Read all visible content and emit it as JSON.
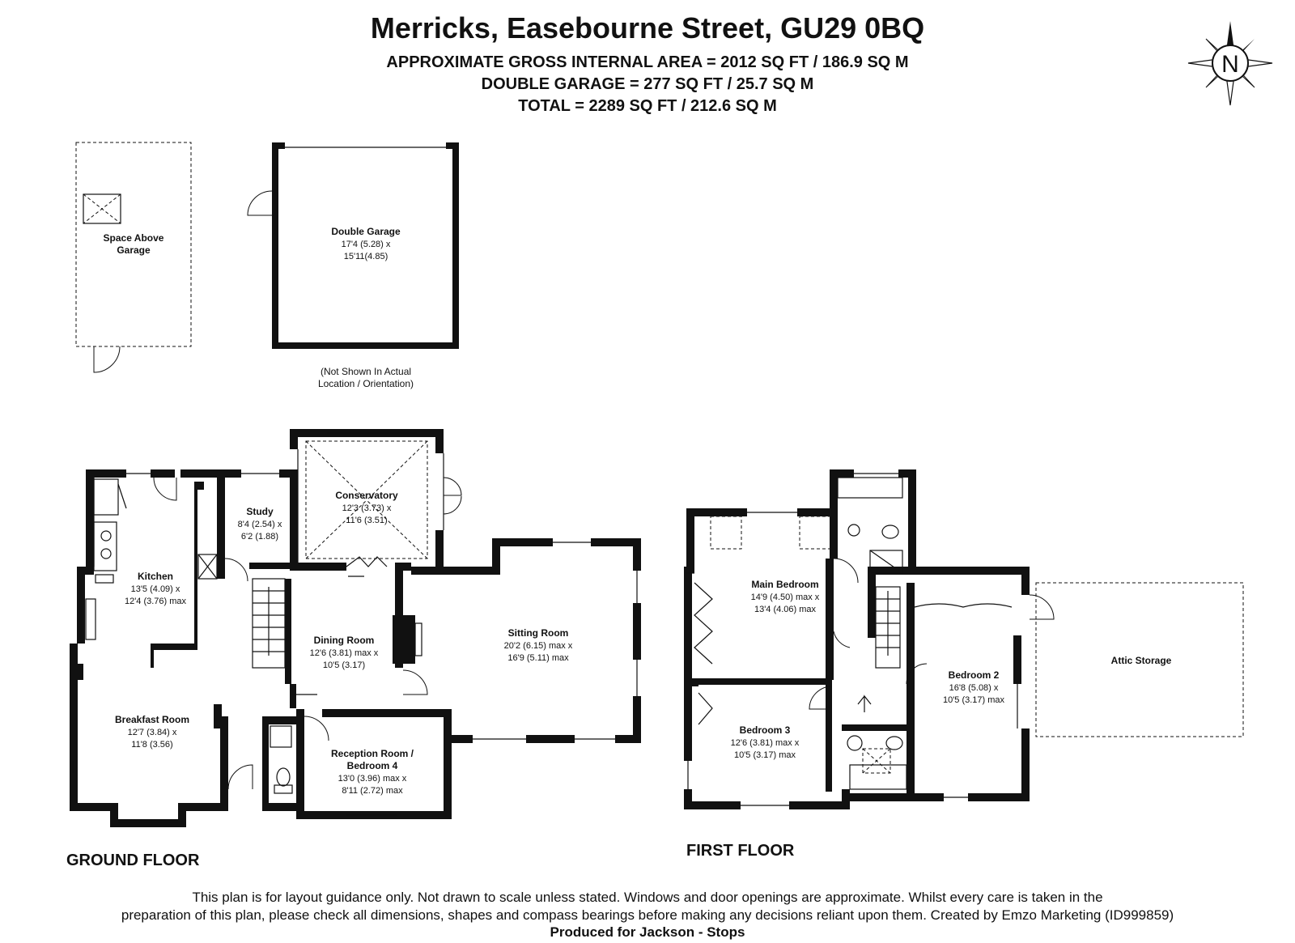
{
  "header": {
    "title": "Merricks, Easebourne Street, GU29 0BQ",
    "area_line": "APPROXIMATE GROSS INTERNAL AREA = 2012 SQ FT / 186.9 SQ M",
    "garage_line": "DOUBLE GARAGE = 277 SQ FT / 25.7 SQ M",
    "total_line": "TOTAL = 2289 SQ FT / 212.6 SQ M"
  },
  "compass": {
    "letter": "N",
    "icon": "north-compass-icon"
  },
  "garage": {
    "space_above": [
      "Space Above",
      "Garage"
    ],
    "double_garage": [
      "Double Garage",
      "17'4 (5.28) x",
      "15'11(4.85)"
    ],
    "note": [
      "(Not Shown In Actual",
      "Location / Orientation)"
    ]
  },
  "ground_floor": {
    "label": "GROUND FLOOR",
    "rooms": {
      "kitchen": [
        "Kitchen",
        "13'5 (4.09) x",
        "12'4 (3.76) max"
      ],
      "study": [
        "Study",
        "8'4 (2.54) x",
        "6'2 (1.88)"
      ],
      "conservatory": [
        "Conservatory",
        "12'3 (3.73) x",
        "11'6 (3.51)"
      ],
      "dining": [
        "Dining Room",
        "12'6 (3.81) max x",
        "10'5 (3.17)"
      ],
      "sitting": [
        "Sitting Room",
        "20'2 (6.15) max x",
        "16'9 (5.11) max"
      ],
      "breakfast": [
        "Breakfast Room",
        "12'7 (3.84) x",
        "11'8 (3.56)"
      ],
      "reception": [
        "Reception Room /",
        "Bedroom 4",
        "13'0 (3.96) max  x",
        "8'11 (2.72) max"
      ]
    }
  },
  "first_floor": {
    "label": "FIRST FLOOR",
    "rooms": {
      "main_bedroom": [
        "Main Bedroom",
        "14'9 (4.50) max x",
        "13'4 (4.06) max"
      ],
      "bedroom2": [
        "Bedroom 2",
        "16'8 (5.08) x",
        "10'5 (3.17) max"
      ],
      "bedroom3": [
        "Bedroom 3",
        "12'6 (3.81) max x",
        "10'5 (3.17) max"
      ],
      "attic": [
        "Attic Storage"
      ]
    }
  },
  "footer": {
    "line1": "This plan is for layout guidance only. Not drawn to scale unless stated. Windows and door openings are approximate. Whilst every care is taken in the",
    "line2": "preparation of this plan, please check all dimensions, shapes and compass bearings before making any decisions reliant upon them. Created by Emzo Marketing (ID999859)",
    "produced": "Produced for Jackson - Stops"
  }
}
